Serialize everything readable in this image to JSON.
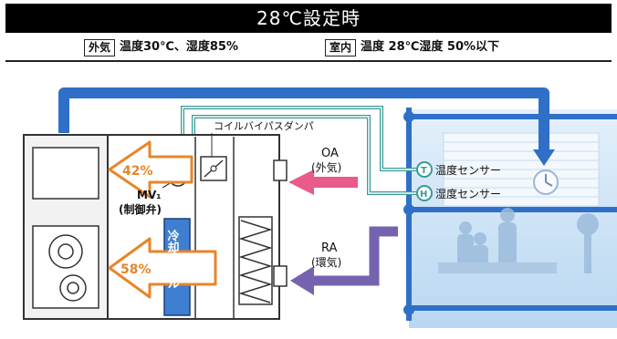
{
  "header": {
    "title": "28℃設定時",
    "outdoor": {
      "tag": "外気",
      "text": "温度30℃、湿度85%"
    },
    "indoor": {
      "tag": "室内",
      "text": "温度 28℃湿度 50%以下"
    }
  },
  "labels": {
    "bypass_damper": "コイルバイパスダンパ",
    "oa": "OA",
    "oa_sub": "(外気)",
    "ra": "RA",
    "ra_sub": "(環気)",
    "mv": "MV₁",
    "mv_sub": "(制御弁)",
    "coil": "冷却コイル",
    "pct_bypass": "42%",
    "pct_coil": "58%",
    "temp_letter": "T",
    "hum_letter": "H",
    "temp_sensor": "温度センサー",
    "hum_sensor": "湿度センサー"
  },
  "colors": {
    "duct_blue": "#2f6fc7",
    "teal_pipe": "#3a9a96",
    "orange": "#e8852a",
    "pink_arrow": "#e85b8a",
    "purple_arrow": "#7663b0",
    "coil_blue": "#3f7fd1"
  }
}
